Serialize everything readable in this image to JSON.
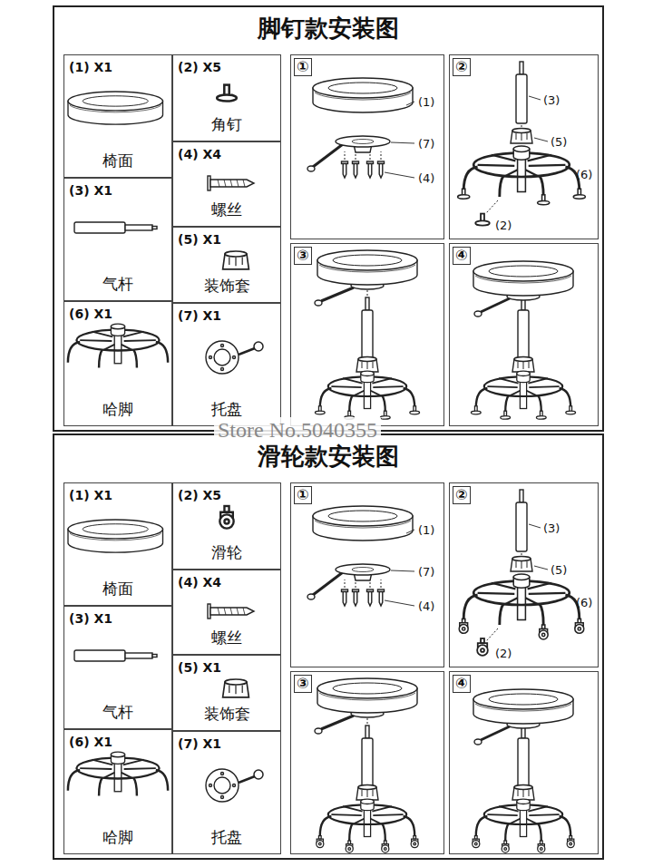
{
  "diagram": {
    "nodes": [
      {
        "text": [
          "脚钉款安装图"
        ]
      },
      {
        "text": [
          "(1) X1",
          "椅面"
        ],
        "in": 0
      },
      {
        "text": [
          "(2) X5",
          "角钉"
        ],
        "in": 0
      },
      {
        "text": [
          "(3) X1",
          "气杆"
        ],
        "in": 0
      },
      {
        "text": [
          "(4) X4",
          "螺丝"
        ],
        "in": 0
      },
      {
        "text": [
          "(5) X1",
          "装饰套"
        ],
        "in": 0
      },
      {
        "text": [
          "(6) X1",
          "哈脚"
        ],
        "in": 0
      },
      {
        "text": [
          "(7) X1",
          "托盘"
        ],
        "in": 0
      },
      {
        "text": [
          "①"
        ],
        "in": 0
      },
      {
        "text": [
          "②"
        ],
        "in": 0
      },
      {
        "text": [
          "③"
        ],
        "in": 0
      },
      {
        "text": [
          "④"
        ],
        "in": 0
      },
      {
        "text": [
          "滑轮款安装图"
        ]
      },
      {
        "text": [
          "(1) X1",
          "椅面"
        ],
        "in": 12
      },
      {
        "text": [
          "(2) X5",
          "滑轮"
        ],
        "in": 12
      },
      {
        "text": [
          "(3) X1",
          "气杆"
        ],
        "in": 12
      },
      {
        "text": [
          "(4) X4",
          "螺丝"
        ],
        "in": 12
      },
      {
        "text": [
          "(5) X1",
          "装饰套"
        ],
        "in": 12
      },
      {
        "text": [
          "(6) X1",
          "哈脚"
        ],
        "in": 12
      },
      {
        "text": [
          "(7) X1",
          "托盘"
        ],
        "in": 12
      },
      {
        "text": [
          "①"
        ],
        "in": 12
      },
      {
        "text": [
          "②"
        ],
        "in": 12
      },
      {
        "text": [
          "③"
        ],
        "in": 12
      },
      {
        "text": [
          "④"
        ],
        "in": 12
      }
    ],
    "labels": [
      "(1)",
      "(7)",
      "(4)",
      "(3)",
      "(5)",
      "(6)",
      "(2)",
      "(1)",
      "(7)",
      "(4)",
      "(3)",
      "(5)",
      "(6)",
      "(2)",
      "Store No.5040355"
    ]
  }
}
